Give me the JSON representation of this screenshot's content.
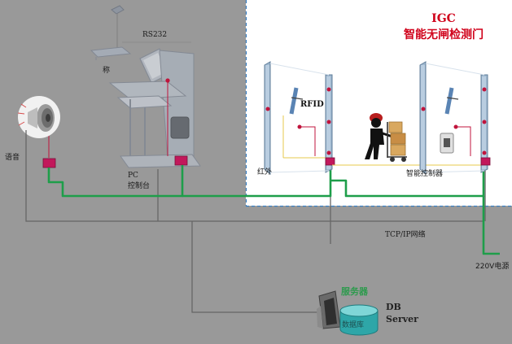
{
  "title": {
    "brand": "IGC",
    "system": "智能无闸检测门",
    "color": "#d0021b"
  },
  "labels": {
    "rs232": "RS232",
    "scale": "称",
    "voice": "语音",
    "pc": "PC",
    "console": "控制台",
    "rfid": "RFID",
    "infrared": "红外",
    "controller": "智能控制器",
    "network": "TCP/IP网络",
    "power": "220V电源",
    "server_cn": "服务器",
    "database": "数据库",
    "db": "DB",
    "server": "Server"
  },
  "colors": {
    "gray_zone": "#999999",
    "cable_green": "#1e9e4a",
    "cable_gray": "#666666",
    "zone_border": "#3a7fc1",
    "accent_red": "#c0143c",
    "server_cn_color": "#2e9a4e"
  }
}
